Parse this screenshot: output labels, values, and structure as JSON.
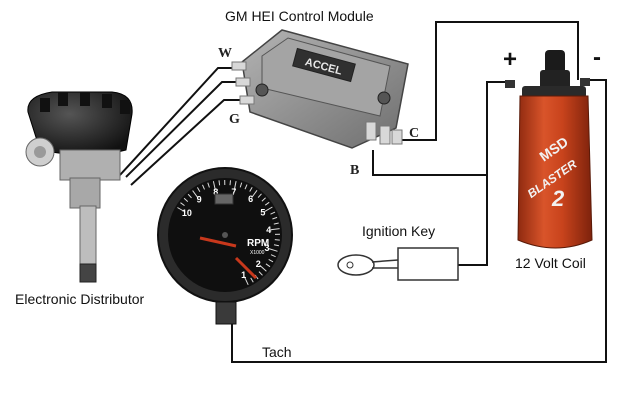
{
  "labels": {
    "module": "GM HEI Control Module",
    "distributor": "Electronic Distributor",
    "ignition_key": "Ignition Key",
    "coil": "12 Volt Coil",
    "tach": "Tach"
  },
  "terminals": {
    "w": "W",
    "g": "G",
    "c": "C",
    "b": "B"
  },
  "coil_polarity": {
    "positive": "+",
    "negative": "-"
  },
  "module_brand": "ACCEL",
  "coil_brand": {
    "top": "MSD",
    "model": "BLASTER",
    "number": "2"
  },
  "tach_face": {
    "unit": "RPM",
    "multiplier": "X1000",
    "dial_numbers": [
      "1",
      "2",
      "3",
      "4",
      "5",
      "6",
      "7",
      "8",
      "9",
      "10"
    ]
  },
  "colors": {
    "wire": "#111111",
    "coil_body": "#c8431c",
    "needle": "#c8381c",
    "module_body": "#8d8d8d"
  }
}
